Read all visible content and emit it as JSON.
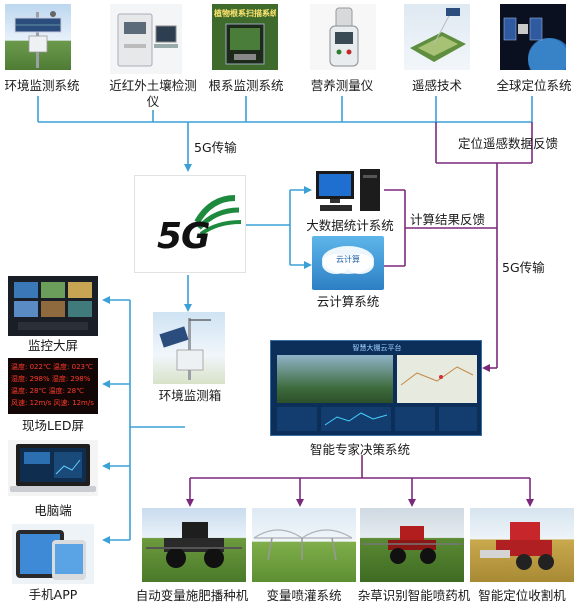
{
  "top_row": [
    {
      "id": "env",
      "label": "环境监测系统"
    },
    {
      "id": "nir",
      "label": "近红外土壤检测仪"
    },
    {
      "id": "root",
      "label": "根系监测系统"
    },
    {
      "id": "nutr",
      "label": "营养测量仪"
    },
    {
      "id": "rs",
      "label": "遥感技术"
    },
    {
      "id": "gps",
      "label": "全球定位系统"
    }
  ],
  "root_screen_text": "植物根系扫描系统",
  "edge_labels": {
    "five_g_a": "5G传输",
    "feedback_rs": "定位遥感数据反馈",
    "calc_feedback": "计算结果反馈",
    "five_g_b": "5G传输"
  },
  "center": {
    "five_g_logo": "5G",
    "bigdata_label": "大数据统计系统",
    "cloud_label": "云计算系统",
    "cloud_chip": "云计算",
    "env_box_label": "环境监测箱"
  },
  "decision": {
    "label": "智能专家决策系统",
    "screen_title": "智慧大棚云平台"
  },
  "left_col": [
    {
      "id": "monitor",
      "label": "监控大屏"
    },
    {
      "id": "led",
      "label": "现场LED屏"
    },
    {
      "id": "pc",
      "label": "电脑端"
    },
    {
      "id": "app",
      "label": "手机APP"
    }
  ],
  "led_lines": [
    "温度: 022℃  温度: 023℃",
    "湿度: 298%  湿度: 298%",
    "温度: 28℃   温度: 28℃",
    "风速: 12m/s 风速: 12m/s"
  ],
  "bottom_row": [
    {
      "id": "fert",
      "label": "自动变量施肥播种机"
    },
    {
      "id": "irr",
      "label": "变量喷灌系统"
    },
    {
      "id": "weed",
      "label": "杂草识别智能喷药机"
    },
    {
      "id": "harv",
      "label": "智能定位收割机"
    }
  ],
  "colors": {
    "blue_line": "#3aa0d6",
    "purple_line": "#7b2a7b",
    "five_g_green": "#1e8a3e"
  }
}
